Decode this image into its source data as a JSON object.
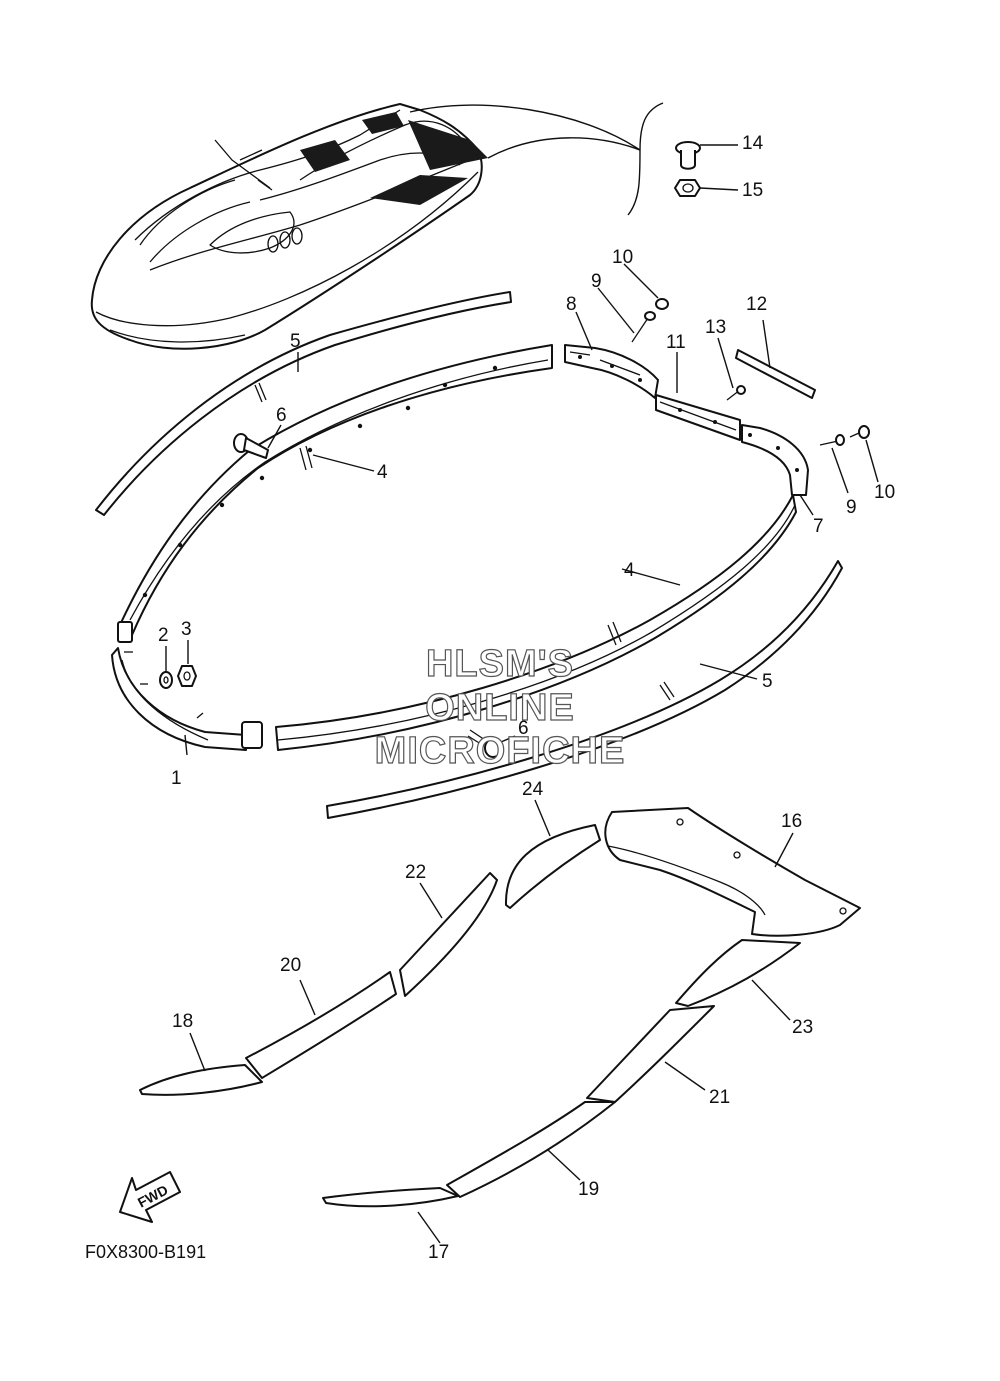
{
  "diagram_code": "F0X8300-B191",
  "direction_label": "FWD",
  "watermark": [
    "HLSM'S",
    "ONLINE",
    "MICROFICHE"
  ],
  "callouts": [
    {
      "id": "c1",
      "label": "1"
    },
    {
      "id": "c2",
      "label": "2"
    },
    {
      "id": "c3",
      "label": "3"
    },
    {
      "id": "c4a",
      "label": "4"
    },
    {
      "id": "c4b",
      "label": "4"
    },
    {
      "id": "c5a",
      "label": "5"
    },
    {
      "id": "c5b",
      "label": "5"
    },
    {
      "id": "c6a",
      "label": "6"
    },
    {
      "id": "c6b",
      "label": "6"
    },
    {
      "id": "c7",
      "label": "7"
    },
    {
      "id": "c8",
      "label": "8"
    },
    {
      "id": "c9a",
      "label": "9"
    },
    {
      "id": "c9b",
      "label": "9"
    },
    {
      "id": "c10a",
      "label": "10"
    },
    {
      "id": "c10b",
      "label": "10"
    },
    {
      "id": "c11",
      "label": "11"
    },
    {
      "id": "c12",
      "label": "12"
    },
    {
      "id": "c13",
      "label": "13"
    },
    {
      "id": "c14",
      "label": "14"
    },
    {
      "id": "c15",
      "label": "15"
    },
    {
      "id": "c16",
      "label": "16"
    },
    {
      "id": "c17",
      "label": "17"
    },
    {
      "id": "c18",
      "label": "18"
    },
    {
      "id": "c19",
      "label": "19"
    },
    {
      "id": "c20",
      "label": "20"
    },
    {
      "id": "c21",
      "label": "21"
    },
    {
      "id": "c22",
      "label": "22"
    },
    {
      "id": "c23",
      "label": "23"
    },
    {
      "id": "c24",
      "label": "24"
    }
  ]
}
